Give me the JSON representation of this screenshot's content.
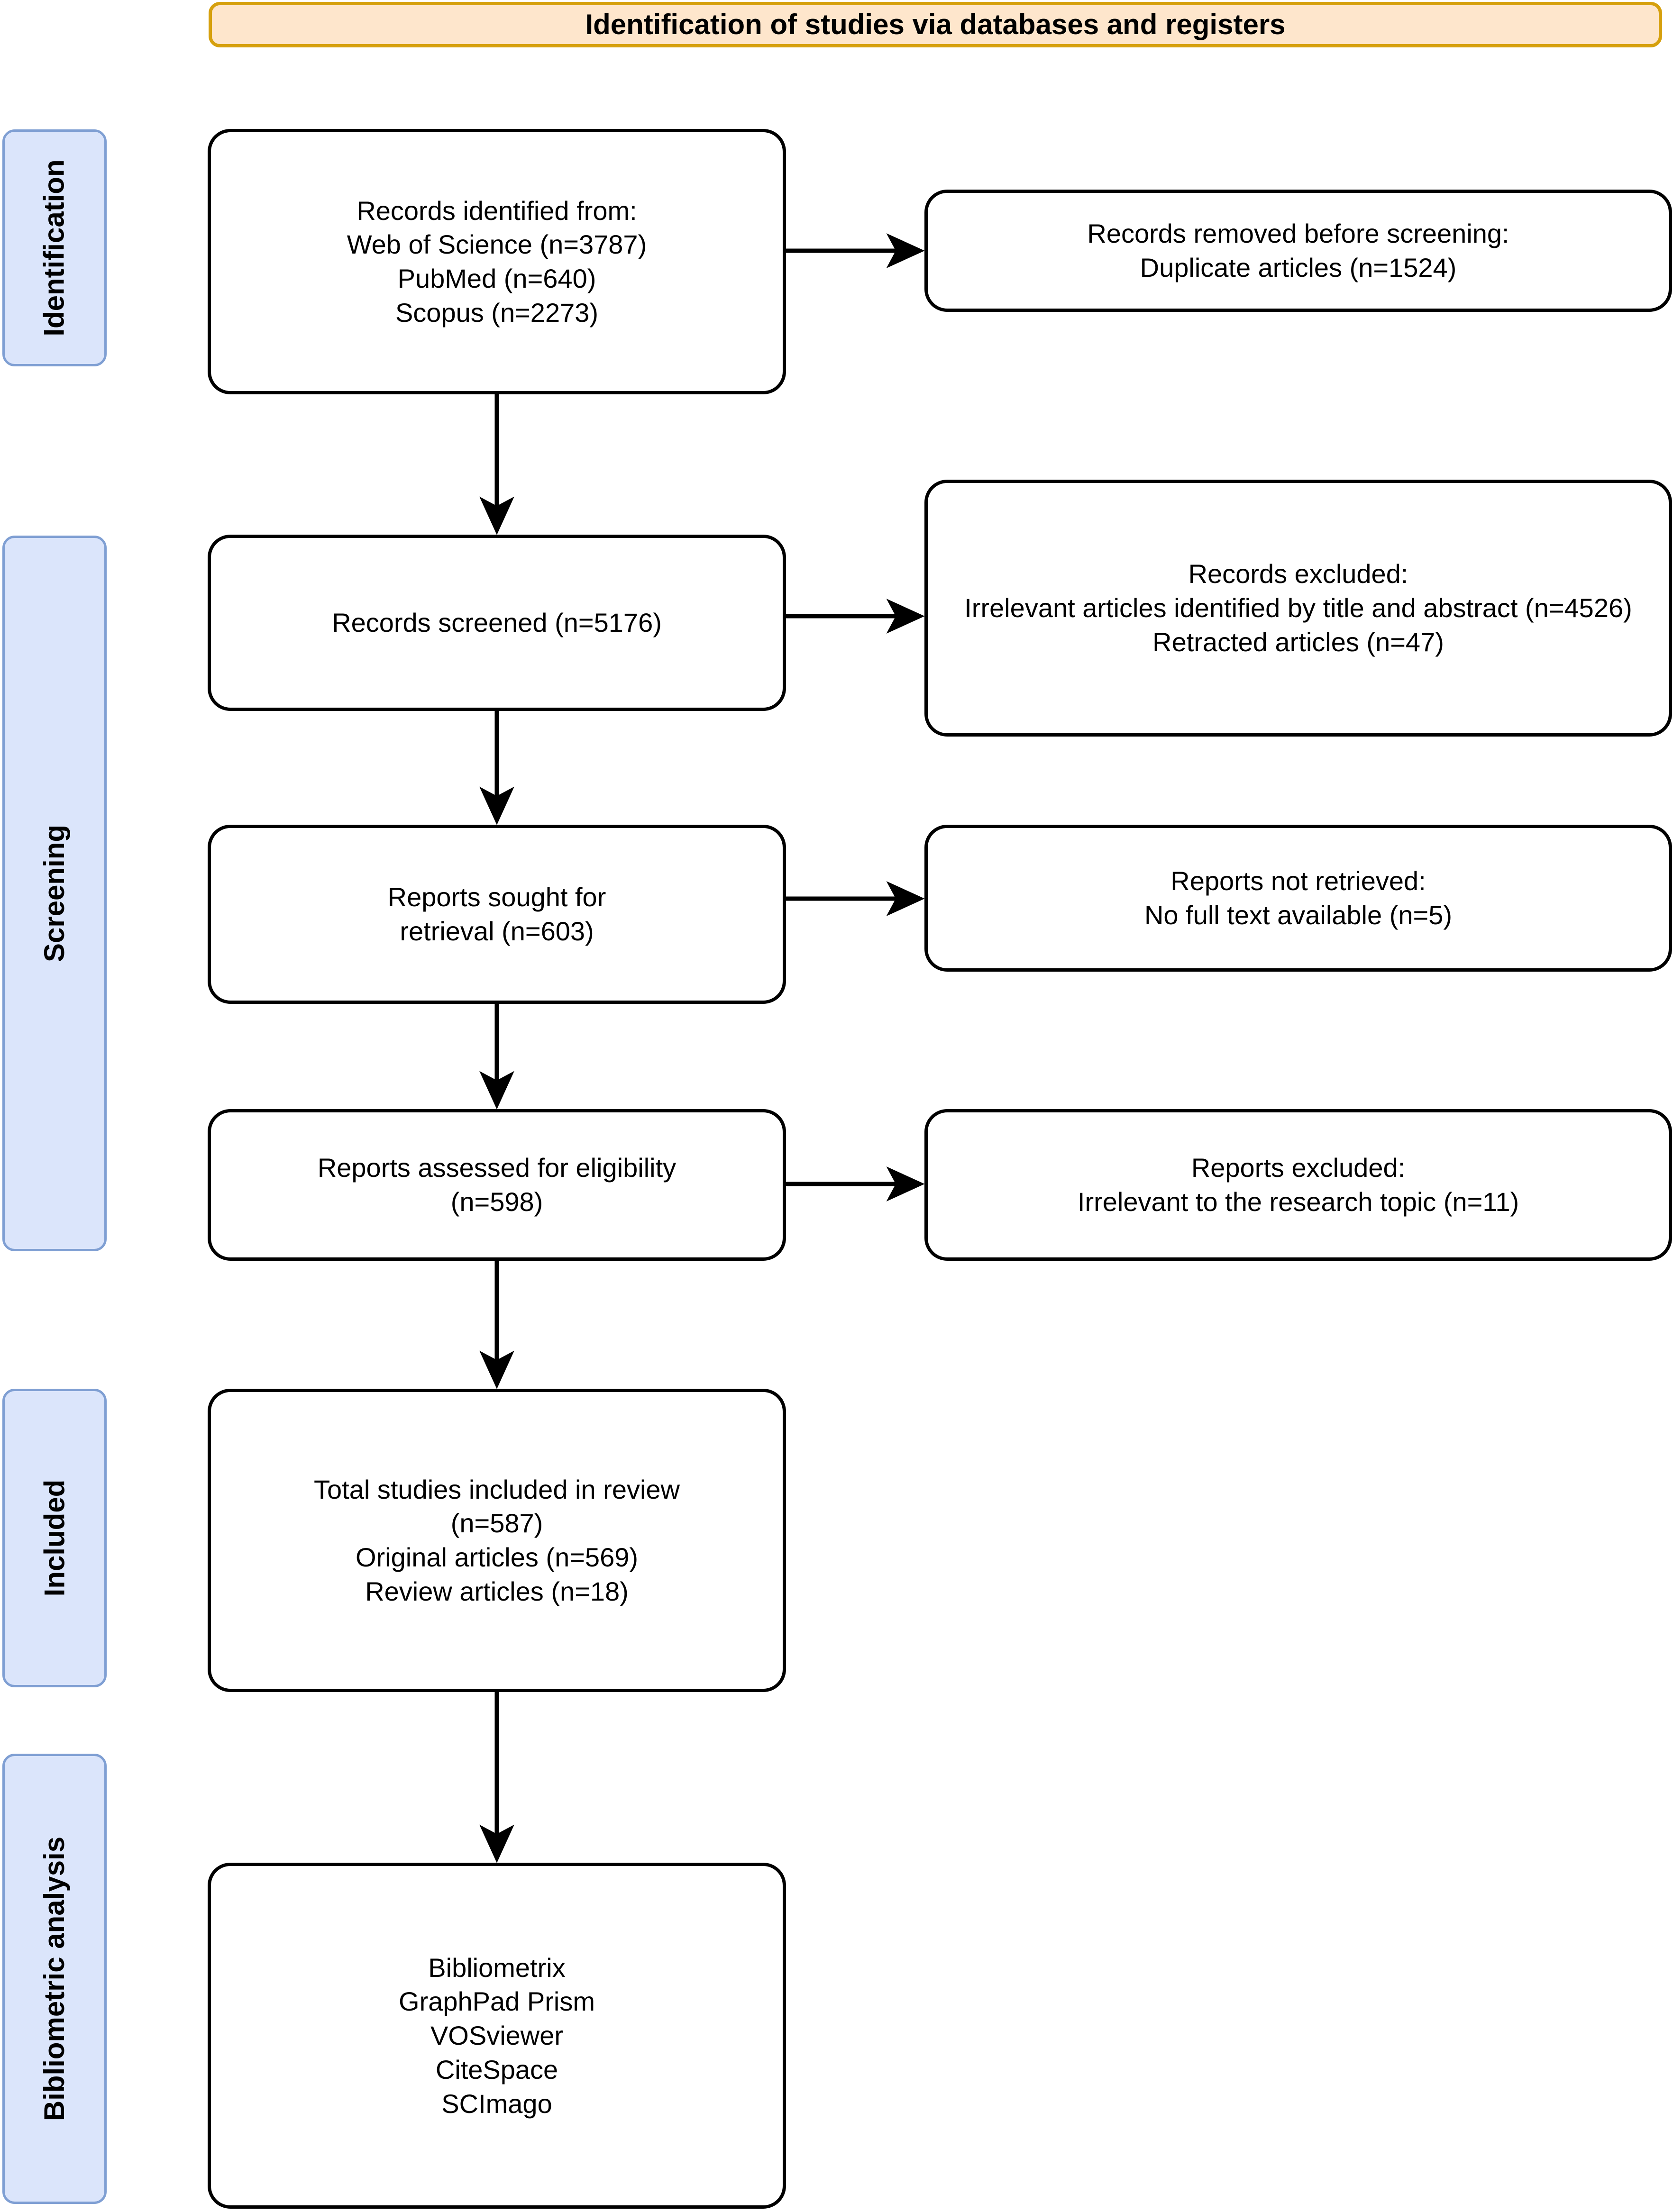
{
  "header": {
    "title": "Identification of studies via databases and registers"
  },
  "stages": [
    {
      "id": "identification",
      "label": "Identification"
    },
    {
      "id": "screening",
      "label": "Screening"
    },
    {
      "id": "included",
      "label": "Included"
    },
    {
      "id": "bibliometric",
      "label": "Bibliometric analysis"
    }
  ],
  "boxes": {
    "identified": "Records identified from:\nWeb of Science (n=3787)\nPubMed (n=640)\nScopus (n=2273)",
    "removed": "Records removed before screening:\nDuplicate articles (n=1524)",
    "screened": "Records screened (n=5176)",
    "excluded_screening": "Records excluded:\nIrrelevant articles identified by title and abstract (n=4526)\nRetracted articles (n=47)",
    "sought": "Reports sought for\nretrieval (n=603)",
    "not_retrieved": "Reports not retrieved:\nNo full text available (n=5)",
    "assessed": "Reports assessed for eligibility\n(n=598)",
    "excluded_eligibility": "Reports excluded:\nIrrelevant to the research topic (n=11)",
    "included": "Total studies included in review\n(n=587)\nOriginal articles (n=569)\nReview articles (n=18)",
    "tools": "Bibliometrix\nGraphPad Prism\nVOSviewer\nCiteSpace\nSCImago"
  },
  "counts": {
    "web_of_science": 3787,
    "pubmed": 640,
    "scopus": 2273,
    "duplicates_removed": 1524,
    "records_screened": 5176,
    "irrelevant_title_abstract": 4526,
    "retracted_articles": 47,
    "reports_sought": 603,
    "no_full_text": 5,
    "reports_assessed": 598,
    "irrelevant_topic": 11,
    "total_included": 587,
    "original_articles": 569,
    "review_articles": 18
  },
  "colors": {
    "header_fill": "#fee6cc",
    "header_border": "#d6a00d",
    "stage_fill": "#dbe5fb",
    "stage_border": "#7f9fd3",
    "box_border": "#000000",
    "box_fill": "#ffffff",
    "arrow": "#000000"
  }
}
